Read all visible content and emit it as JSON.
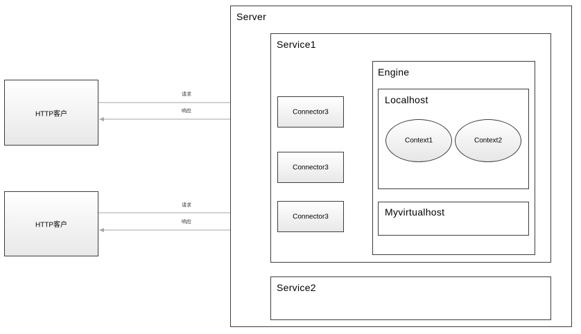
{
  "server": {
    "label": "Server"
  },
  "service1": {
    "label": "Service1"
  },
  "service2": {
    "label": "Service2"
  },
  "engine": {
    "label": "Engine"
  },
  "localhost": {
    "label": "Localhost"
  },
  "myvirtualhost": {
    "label": "Myvirtualhost"
  },
  "contexts": [
    {
      "label": "Context1"
    },
    {
      "label": "Context2"
    }
  ],
  "connectors": [
    {
      "label": "Connector3"
    },
    {
      "label": "Connector3"
    },
    {
      "label": "Connector3"
    }
  ],
  "clients": [
    {
      "label": "HTTP客户"
    },
    {
      "label": "HTTP客户"
    }
  ],
  "flows": [
    {
      "request": "请求",
      "response": "响应"
    },
    {
      "request": "请求",
      "response": "响应"
    }
  ],
  "colors": {
    "line": "#a6a6a6",
    "border": "#3c3c3c"
  }
}
